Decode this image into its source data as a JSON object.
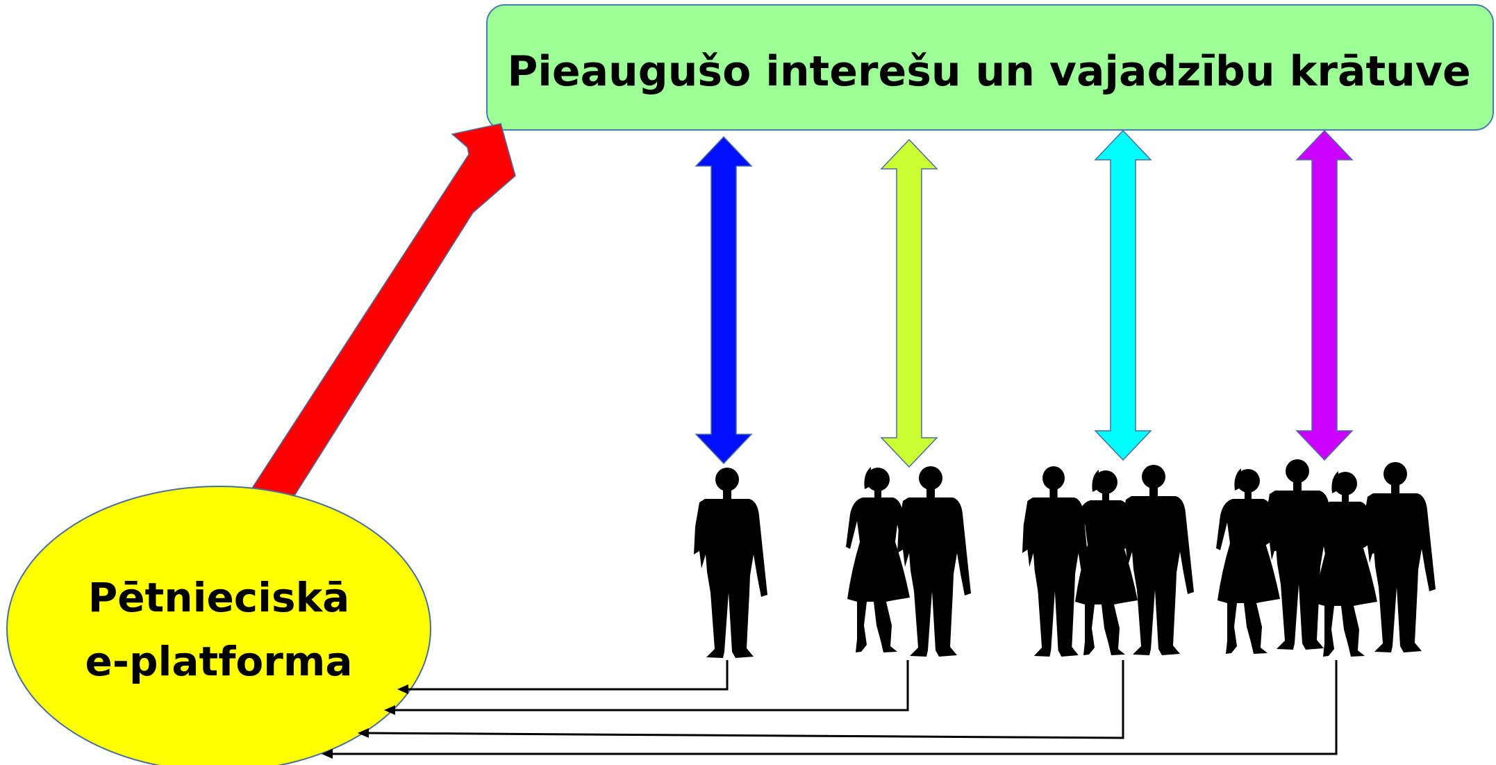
{
  "repository": {
    "title": "Pieaugušo interešu un vajadzību krātuve",
    "fill_color": "#9bff96",
    "border_color": "#4a7ab8"
  },
  "platform": {
    "line1": "Pētnieciskā",
    "line2": "e-platforma",
    "fill_color": "#ffff00",
    "border_color": "#4a6da0"
  },
  "platform_arrow": {
    "color": "#ff0000"
  },
  "groups": [
    {
      "name": "single-person",
      "people": 1,
      "arrow_color": "#0010ff"
    },
    {
      "name": "pair",
      "people": 2,
      "arrow_color": "#ccff33"
    },
    {
      "name": "trio",
      "people": 3,
      "arrow_color": "#00ffff"
    },
    {
      "name": "quartet",
      "people": 4,
      "arrow_color": "#cc00ff"
    }
  ],
  "feedback_line_color": "#000000",
  "silhouette_color": "#000000"
}
